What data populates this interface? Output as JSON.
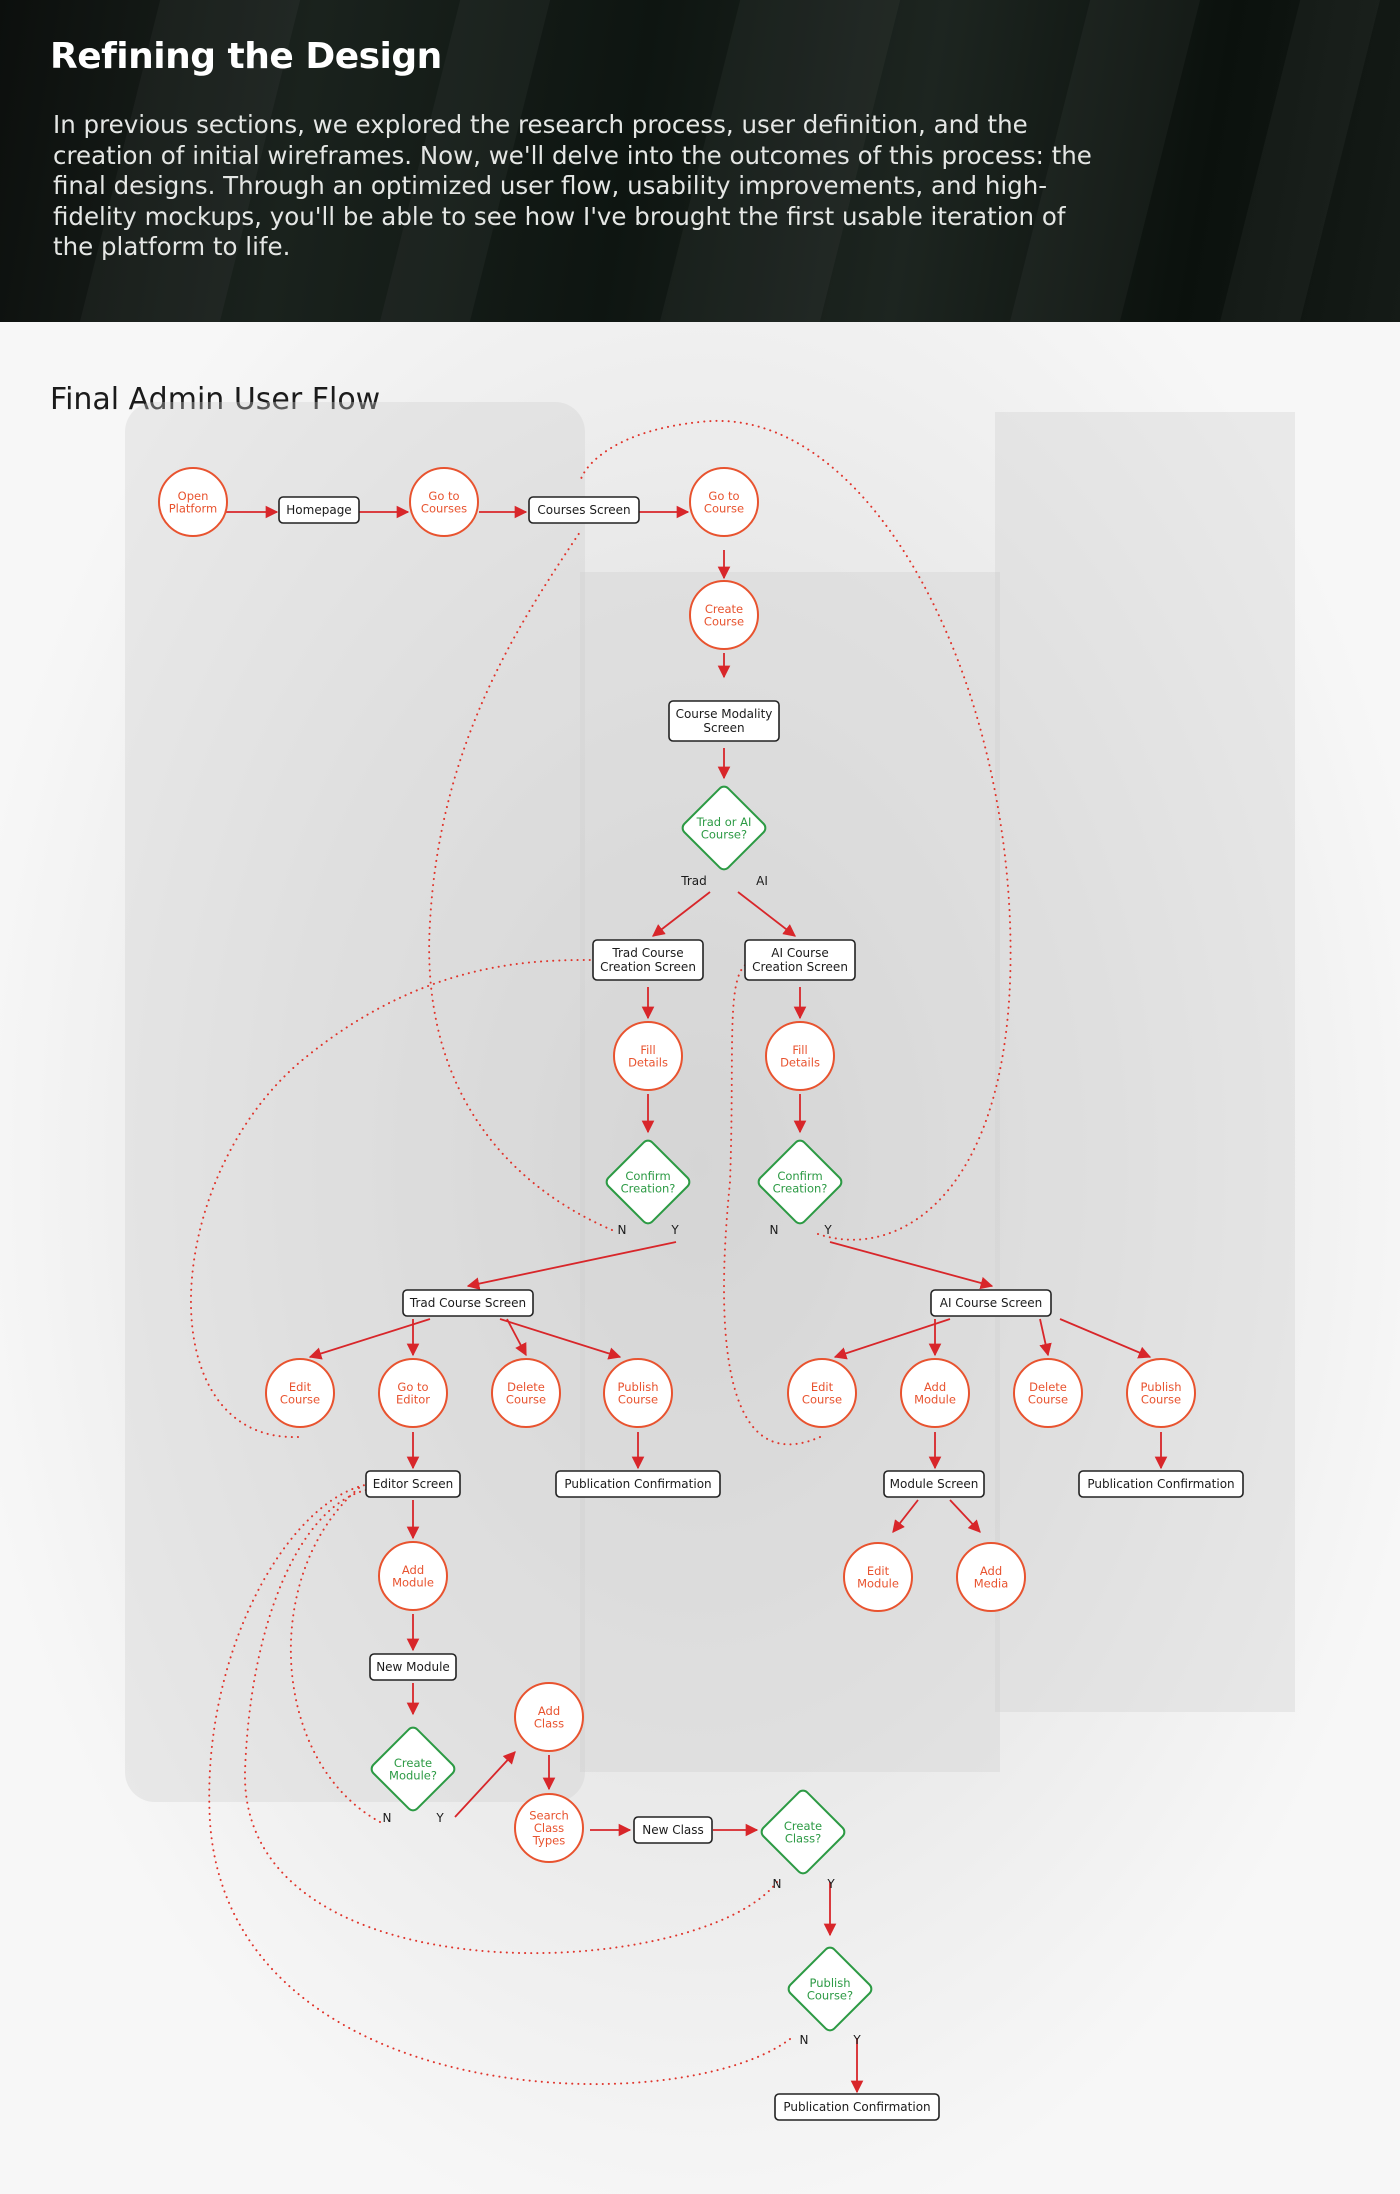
{
  "header": {
    "title": "Refining the Design",
    "intro": "In previous sections, we explored the research process, user definition, and the creation of initial wireframes. Now, we'll delve into the outcomes of this process: the final designs. Through an optimized user flow, usability improvements, and high-fidelity mockups, you'll be able to see how I've brought the first usable iteration of the platform to life."
  },
  "flow": {
    "title": "Final Admin User Flow",
    "colors": {
      "action": "#e8532f",
      "decision": "#2c9a44",
      "arrow": "#d8262a",
      "screen_border": "#222222"
    },
    "actions": {
      "open_platform": [
        "Open",
        "Platform"
      ],
      "go_to_courses": [
        "Go to",
        "Courses"
      ],
      "go_to_course": [
        "Go to",
        "Course"
      ],
      "create_course": [
        "Create",
        "Course"
      ],
      "fill_details_trad": [
        "Fill",
        "Details"
      ],
      "fill_details_ai": [
        "Fill",
        "Details"
      ],
      "edit_course_trad": [
        "Edit",
        "Course"
      ],
      "go_to_editor": [
        "Go to",
        "Editor"
      ],
      "delete_course_trad": [
        "Delete",
        "Course"
      ],
      "publish_course_trad": [
        "Publish",
        "Course"
      ],
      "edit_course_ai": [
        "Edit",
        "Course"
      ],
      "add_module_ai": [
        "Add",
        "Module"
      ],
      "delete_course_ai": [
        "Delete",
        "Course"
      ],
      "publish_course_ai": [
        "Publish",
        "Course"
      ],
      "add_module": [
        "Add",
        "Module"
      ],
      "edit_module": [
        "Edit",
        "Module"
      ],
      "add_media": [
        "Add",
        "Media"
      ],
      "add_class": [
        "Add",
        "Class"
      ],
      "search_class_types": [
        "Search",
        "Class",
        "Types"
      ]
    },
    "screens": {
      "homepage": [
        "Homepage"
      ],
      "courses_screen": [
        "Courses Screen"
      ],
      "course_modality_screen": [
        "Course Modality",
        "Screen"
      ],
      "trad_course_creation_screen": [
        "Trad Course",
        "Creation Screen"
      ],
      "ai_course_creation_screen": [
        "AI Course",
        "Creation Screen"
      ],
      "trad_course_screen": [
        "Trad Course Screen"
      ],
      "ai_course_screen": [
        "AI Course Screen"
      ],
      "editor_screen": [
        "Editor Screen"
      ],
      "publication_confirmation_trad": [
        "Publication Confirmation"
      ],
      "module_screen": [
        "Module Screen"
      ],
      "publication_confirmation_ai": [
        "Publication Confirmation"
      ],
      "new_module": [
        "New Module"
      ],
      "new_class": [
        "New Class"
      ],
      "publication_confirmation_final": [
        "Publication Confirmation"
      ]
    },
    "decisions": {
      "trad_or_ai": [
        "Trad or AI",
        "Course?"
      ],
      "confirm_trad": [
        "Confirm",
        "Creation?"
      ],
      "confirm_ai": [
        "Confirm",
        "Creation?"
      ],
      "create_module": [
        "Create",
        "Module?"
      ],
      "create_class": [
        "Create",
        "Class?"
      ],
      "publish_course": [
        "Publish",
        "Course?"
      ]
    },
    "branch_labels": {
      "trad": "Trad",
      "ai": "AI",
      "no": "N",
      "yes": "Y"
    }
  }
}
